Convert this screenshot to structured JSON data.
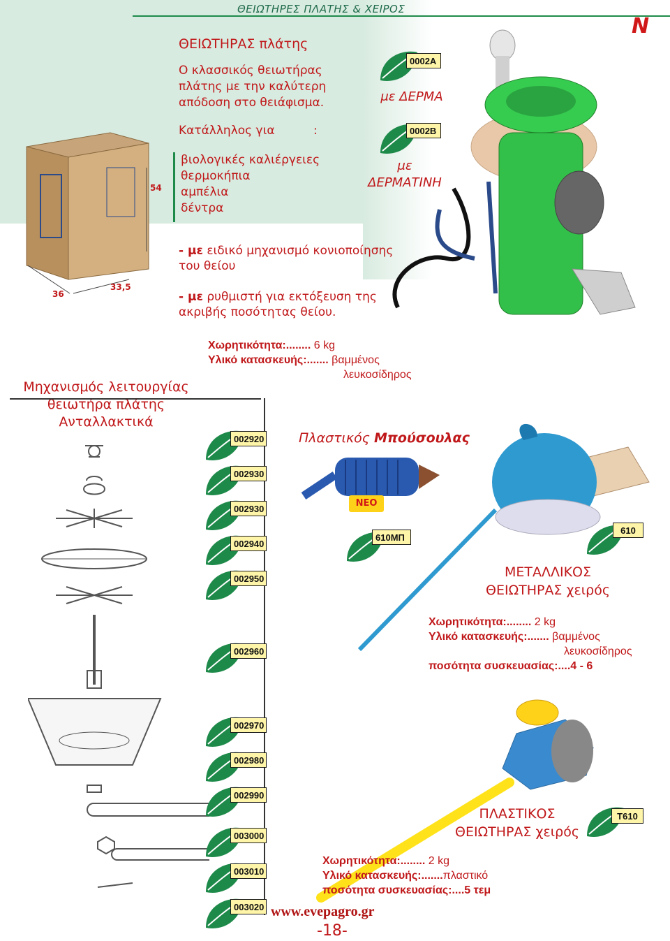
{
  "header": {
    "title": "ΘΕΙΩΤΗΡΕΣ ΠΛΑΤΗΣ & ΧΕΙΡΟΣ",
    "corner_letter": "N"
  },
  "product_backpack": {
    "title": "ΘΕΙΩΤΗΡΑΣ πλάτης",
    "description": [
      "Ο κλασσικός θειωτήρας",
      "πλάτης με την καλύτερη",
      "απόδοση στο θειάφισμα."
    ],
    "suitable_label": "Κατάλληλος για",
    "suitable_colon": ":",
    "crops": [
      "βιολογικές καλιέργειες",
      "θερμοκήπια",
      "αμπέλια",
      "δέντρα"
    ],
    "variants": [
      {
        "code": "0002A",
        "label": "με ΔΕΡΜΑ"
      },
      {
        "code": "0002B",
        "label_line1": "με",
        "label_line2": "ΔΕΡΜΑΤΙΝΗ"
      }
    ],
    "features": [
      {
        "bold": "- με",
        "text": " ειδικό μηχανισμό κονιοποίησης",
        "line2": "του θείου"
      },
      {
        "bold": "- με",
        "text": " ρυθμιστή για εκτόξευση της",
        "line2": "ακριβής ποσότητας θείου."
      }
    ],
    "box_dims": {
      "height": "54",
      "width": "36",
      "depth": "33,5"
    },
    "specs": {
      "capacity_label": "Χωρητικότητα:........",
      "capacity_value": " 6 kg",
      "material_label": "Υλικό κατασκευής:.......",
      "material_value": " βαμμένος",
      "material_value2": "λευκοσίδηρος"
    }
  },
  "mechanism_section": {
    "line1": "Μηχανισμός λειτουργίας",
    "line2": "θειωτήρα πλάτης",
    "line3": "Ανταλλακτικά"
  },
  "parts": [
    "002920",
    "002930",
    "002930",
    "002940",
    "002950",
    "002960",
    "002970",
    "002980",
    "002990",
    "003000",
    "003010",
    "003020"
  ],
  "boussoulas": {
    "label_prefix": "Πλαστικός ",
    "label_bold": "Μπούσουλας",
    "badge": "ΝΕΟ",
    "code": "610ΜΠ"
  },
  "metal_hand": {
    "code": "610",
    "title1": "ΜΕΤΑΛΛΙΚΟΣ",
    "title2": "ΘΕΙΩΤΗΡΑΣ χειρός",
    "capacity_label": "Χωρητικότητα:........",
    "capacity_value": " 2 kg",
    "material_label": "Υλικό κατασκευής:.......",
    "material_value": " βαμμένος",
    "material_value2": "λευκοσίδηρος",
    "pack_label": "ποσότητα συσκευασίας:",
    "pack_value": "....4 - 6"
  },
  "plastic_hand": {
    "code": "T610",
    "title1": "ΠΛΑΣΤΙΚΟΣ",
    "title2": "ΘΕΙΩΤΗΡΑΣ χειρός",
    "capacity_label": "Χωρητικότητα:........",
    "capacity_value": " 2 kg",
    "material_label": "Υλικό κατασκευής:.......",
    "material_value": "πλαστικό",
    "pack_label": "ποσότητα συσκευασίας:",
    "pack_value": "....5 τεμ"
  },
  "footer": {
    "website": "www.evepagro.gr",
    "page": "-18-"
  },
  "colors": {
    "accent_red": "#c0181a",
    "green": "#1e8a4a",
    "tag_yellow": "#fff5a8"
  }
}
